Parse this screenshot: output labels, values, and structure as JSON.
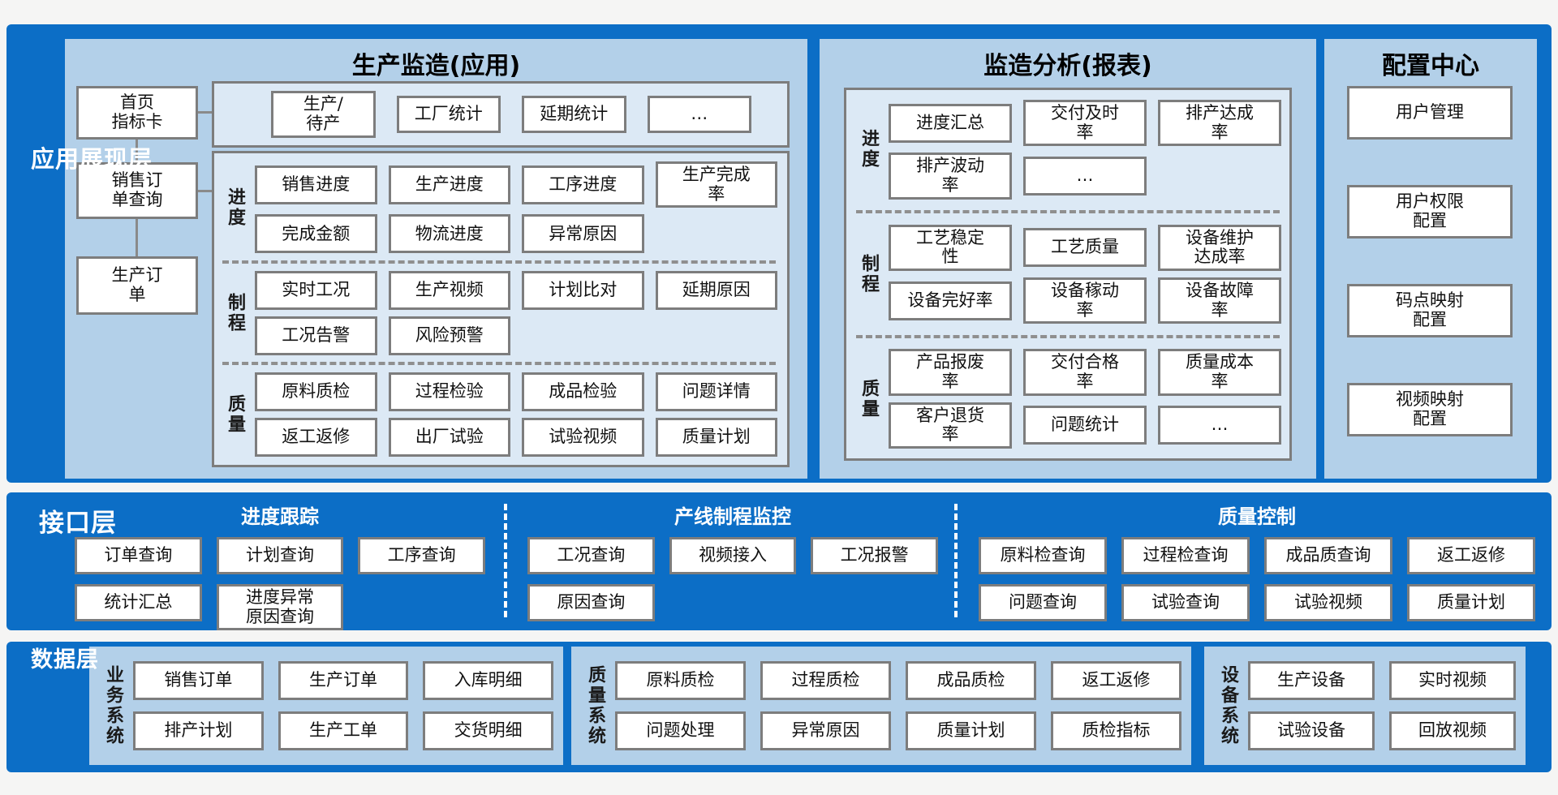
{
  "colors": {
    "band_blue": "#0c6ec6",
    "panel_blue": "#b3d0e9",
    "subpanel_blue": "#dce9f5",
    "box_border": "#7d7d7d"
  },
  "app_layer": {
    "label": "应用展现层",
    "production": {
      "title": "生产监造(应用)",
      "sidebar_items": [
        "首页\n指标卡",
        "销售订\n单查询",
        "生产订\n单"
      ],
      "overview_items": [
        "生产/\n待产",
        "工厂统计",
        "延期统计",
        "…"
      ],
      "sections": [
        {
          "label": "进度",
          "items": [
            "销售进度",
            "生产进度",
            "工序进度",
            "生产完成\n率",
            "完成金额",
            "物流进度",
            "异常原因"
          ]
        },
        {
          "label": "制程",
          "items": [
            "实时工况",
            "生产视频",
            "计划比对",
            "延期原因",
            "工况告警",
            "风险预警"
          ]
        },
        {
          "label": "质量",
          "items": [
            "原料质检",
            "过程检验",
            "成品检验",
            "问题详情",
            "返工返修",
            "出厂试验",
            "试验视频",
            "质量计划"
          ]
        }
      ]
    },
    "analysis": {
      "title": "监造分析(报表)",
      "sections": [
        {
          "label": "进度",
          "items": [
            "进度汇总",
            "交付及时\n率",
            "排产达成\n率",
            "排产波动\n率",
            "…"
          ]
        },
        {
          "label": "制程",
          "items": [
            "工艺稳定\n性",
            "工艺质量",
            "设备维护\n达成率",
            "设备完好率",
            "设备稼动\n率",
            "设备故障\n率"
          ]
        },
        {
          "label": "质量",
          "items": [
            "产品报废\n率",
            "交付合格\n率",
            "质量成本\n率",
            "客户退货\n率",
            "问题统计",
            "…"
          ]
        }
      ]
    },
    "config": {
      "title": "配置中心",
      "items": [
        "用户管理",
        "用户权限\n配置",
        "码点映射\n配置",
        "视频映射\n配置"
      ]
    }
  },
  "interface_layer": {
    "label": "接口层",
    "groups": [
      {
        "title": "进度跟踪",
        "items": [
          "订单查询",
          "计划查询",
          "工序查询",
          "统计汇总",
          "进度异常\n原因查询"
        ]
      },
      {
        "title": "产线制程监控",
        "items": [
          "工况查询",
          "视频接入",
          "工况报警",
          "原因查询"
        ]
      },
      {
        "title": "质量控制",
        "items": [
          "原料检查询",
          "过程检查询",
          "成品质查询",
          "返工返修",
          "问题查询",
          "试验查询",
          "试验视频",
          "质量计划"
        ]
      }
    ]
  },
  "data_layer": {
    "label": "数据层",
    "systems": [
      {
        "label": "业务系统",
        "items": [
          "销售订单",
          "生产订单",
          "入库明细",
          "排产计划",
          "生产工单",
          "交货明细"
        ]
      },
      {
        "label": "质量系统",
        "items": [
          "原料质检",
          "过程质检",
          "成品质检",
          "返工返修",
          "问题处理",
          "异常原因",
          "质量计划",
          "质检指标"
        ]
      },
      {
        "label": "设备系统",
        "items": [
          "生产设备",
          "实时视频",
          "试验设备",
          "回放视频"
        ]
      }
    ]
  }
}
